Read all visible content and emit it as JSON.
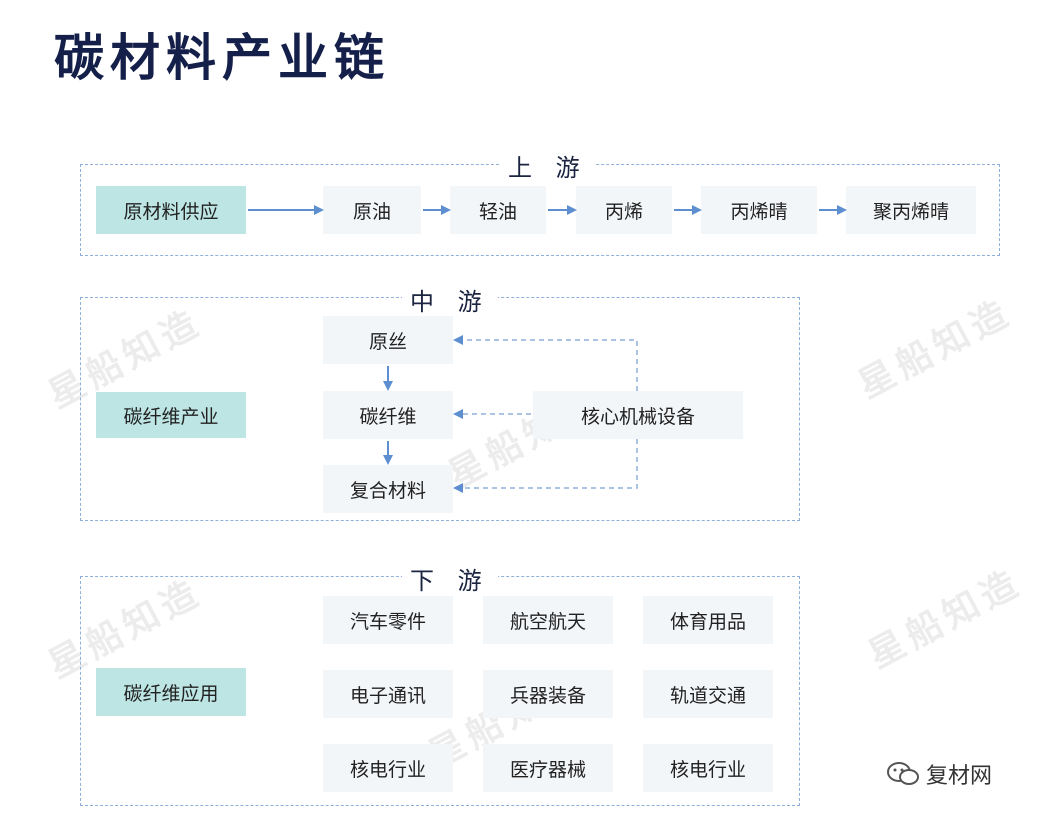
{
  "title": "碳材料产业链",
  "upstream": {
    "label": "上 游",
    "source": "原材料供应",
    "chain": [
      "原油",
      "轻油",
      "丙烯",
      "丙烯晴",
      "聚丙烯晴"
    ]
  },
  "midstream": {
    "label": "中 游",
    "category": "碳纤维产业",
    "steps": [
      "原丝",
      "碳纤维",
      "复合材料"
    ],
    "equipment": "核心机械设备"
  },
  "downstream": {
    "label": "下 游",
    "category": "碳纤维应用",
    "applications": [
      [
        "汽车零件",
        "航空航天",
        "体育用品"
      ],
      [
        "电子通讯",
        "兵器装备",
        "轨道交通"
      ],
      [
        "核电行业",
        "医疗器械",
        "核电行业"
      ]
    ]
  },
  "watermark": "星船知造",
  "brand": "复材网",
  "colors": {
    "title": "#15204a",
    "accent_box": "#bde5e4",
    "light_box": "#f3f6f9",
    "arrow": "#5d8fd0",
    "dashed_border": "#8fb0db"
  }
}
